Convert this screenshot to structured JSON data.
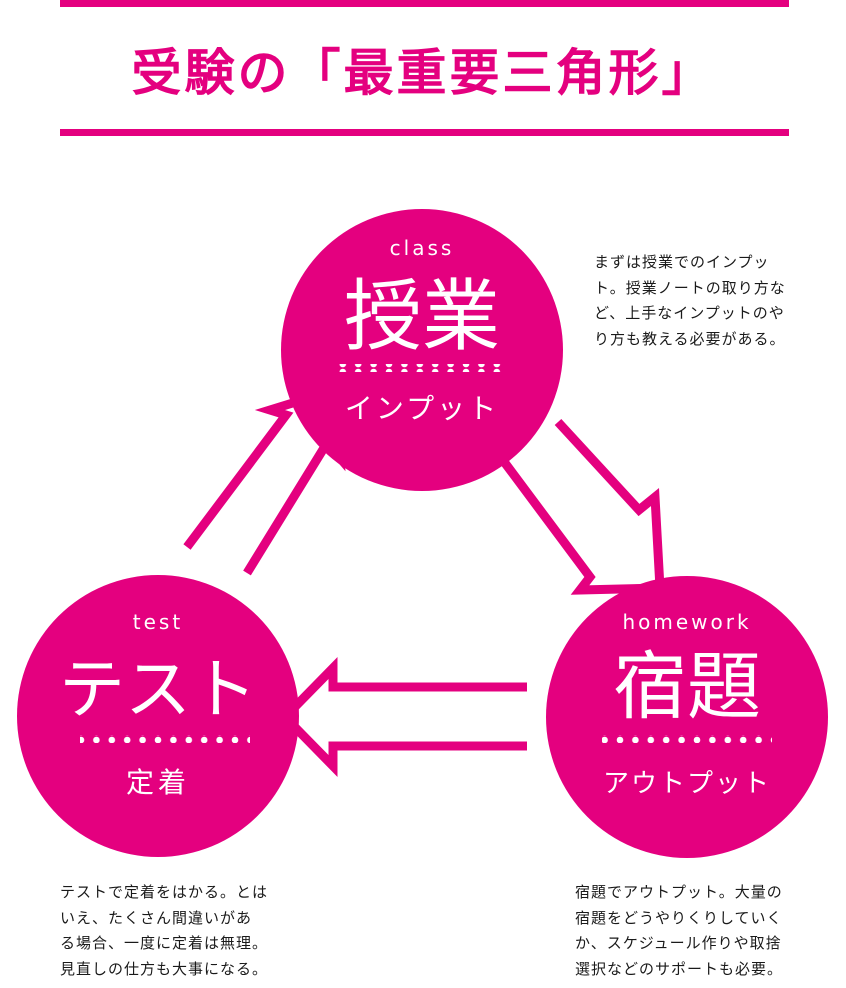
{
  "title": "受験の「最重要三角形」",
  "colors": {
    "accent": "#e4007f",
    "text": "#1a1a1a",
    "on_accent": "#ffffff"
  },
  "nodes": {
    "class": {
      "label_en": "class",
      "label_jp": "授業",
      "sub": "インプット"
    },
    "homework": {
      "label_en": "homework",
      "label_jp": "宿題",
      "sub": "アウトプット"
    },
    "test": {
      "label_en": "test",
      "label_jp": "テスト",
      "sub": "定着"
    }
  },
  "descriptions": {
    "class": [
      "まずは授業でのインプッ",
      "ト。授業ノートの取り方な",
      "ど、上手なインプットのや",
      "り方も教える必要がある。"
    ],
    "test": [
      "テストで定着をはかる。とは",
      "いえ、たくさん間違いがあ",
      "る場合、一度に定着は無理。",
      "見直しの仕方も大事になる。"
    ],
    "homework": [
      "宿題でアウトプット。大量の",
      "宿題をどうやりくりしていく",
      "か、スケジュール作りや取捨",
      "選択などのサポートも必要。"
    ]
  }
}
